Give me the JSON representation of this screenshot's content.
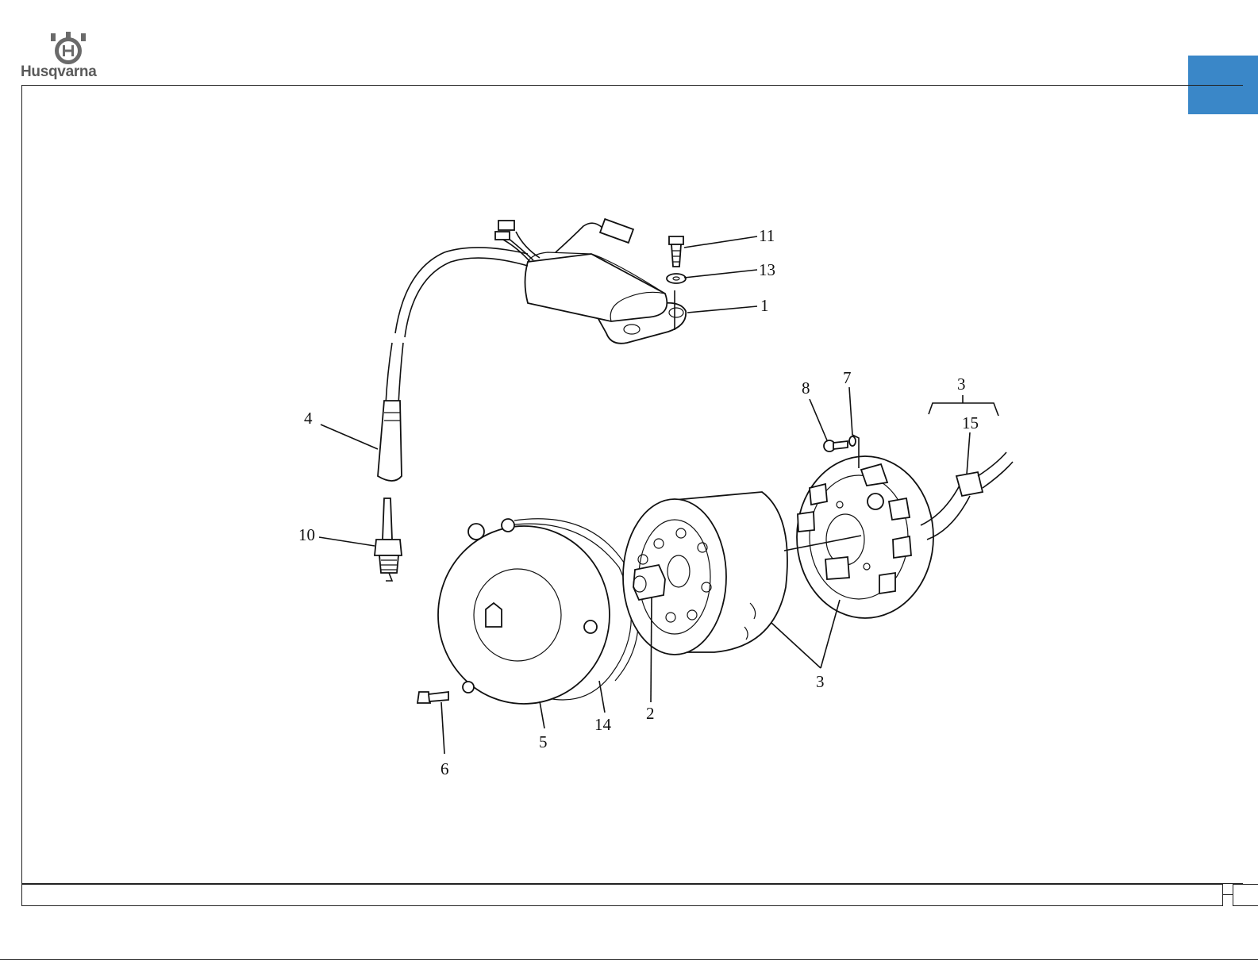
{
  "brand": {
    "name": "Husqvarna"
  },
  "accent_color": "#3a87c8",
  "callouts": [
    {
      "id": "c11",
      "text": "11"
    },
    {
      "id": "c13",
      "text": "13"
    },
    {
      "id": "c1",
      "text": "1"
    },
    {
      "id": "c4",
      "text": "4"
    },
    {
      "id": "c10",
      "text": "10"
    },
    {
      "id": "c8",
      "text": "8"
    },
    {
      "id": "c7",
      "text": "7"
    },
    {
      "id": "c3a",
      "text": "3"
    },
    {
      "id": "c15",
      "text": "15"
    },
    {
      "id": "c3b",
      "text": "3"
    },
    {
      "id": "c2",
      "text": "2"
    },
    {
      "id": "c14",
      "text": "14"
    },
    {
      "id": "c5",
      "text": "5"
    },
    {
      "id": "c6",
      "text": "6"
    }
  ]
}
